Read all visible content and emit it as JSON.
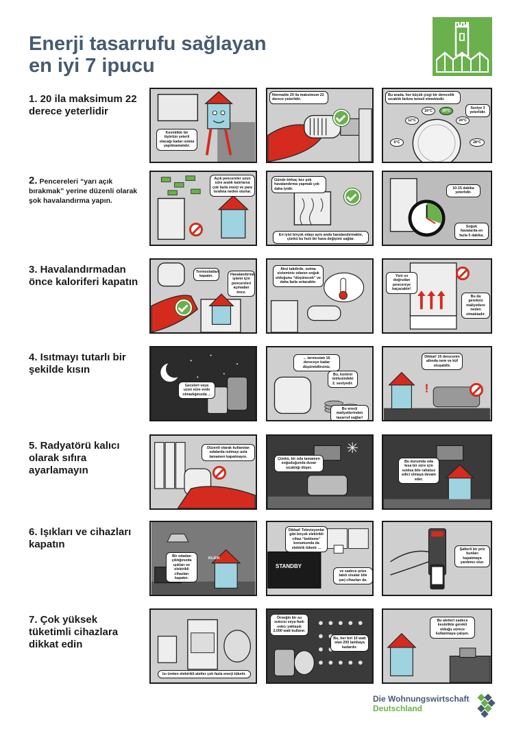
{
  "title_line1": "Enerji tasarrufu sağlayan",
  "title_line2": "en iyi 7 ipucu",
  "colors": {
    "title": "#475a70",
    "brand_green": "#6ab04c",
    "red": "#d52b1e"
  },
  "rows": [
    {
      "title": "1. 20 ila maksimum 22 derece yeterlidir",
      "bubbles": [
        "Kesinlikle bir tişörtün yeterli olacağı kadar ısıtma yapılmamalıdır.",
        "Normalde 20 ila maksimum 22 derece yeterlidir.",
        "Bu arada, her küçük çizgi bir derecelik sıcaklık farkını temsil etmektedir.",
        "Seviye 3 yeterlidir."
      ],
      "temps": [
        "16°C",
        "20°C",
        "12°C",
        "24°C",
        "6°C",
        "28°C"
      ]
    },
    {
      "title_num": "2.",
      "title": "Pencereleri “yarı açık bırakmak” yerine düzenli olarak şok havalandırma yapın.",
      "bubbles": [
        "Açık pencereler uzun süre aralık kalırlarsa çok fazla enerji ve para israfına neden olurlar.",
        "Günde birkaç kez şok havalandırma yapmak çok daha iyidir.",
        "En iyisi birçok odayı aynı anda havalandırmaktır, çünkü bu hızlı bir hava değişimi sağlar.",
        "10-15 dakika yeterlidir.",
        "Soğuk havalarda en fazla 5 dakika."
      ]
    },
    {
      "title": "3. Havalandırmadan önce kaloriferi kapatın",
      "bubbles": [
        "Termostatları kapatın.",
        "Havalandırma işlemi için pencereleri açmadan önce.",
        "Aksi takdirde, ısıtma sisteminiz odanın soğuk olduğunu “düşünecek” ve daha fazla ısıtacaktır.",
        "Yeni ısı doğrudan pencereye kaçacaktır!",
        "Bu da gereksiz maliyetlere neden olmaktadır."
      ]
    },
    {
      "title": "4. Isıtmayı tutarlı bir şekilde kısın",
      "bubbles": [
        "Geceleri veya uzun süre evde olmadığınızda ...",
        "... termostatı 16 dereceye kadar düşürebilirsiniz.",
        "Bu, kontrol ünitesindeki 2. seviyedir.",
        "Bu enerji maliyetlerinden tasarruf sağlar!",
        "Dikkat! 16 derecenin altında nem ve küf oluşabilir."
      ]
    },
    {
      "title": "5. Radyatörü kalıcı olarak sıfıra ayarlamayın",
      "bubbles": [
        "Düzenli olarak kullanılan odalarda ısıtmayı asla tamamen kapatmayın.",
        "Çünkü, bir oda tamamen soğuduğunda duvar sıcaklığı düşer.",
        "Bu durumda oda kısa bir süre için ısıtılsa bile rahatsız edici olmaya devam eder."
      ]
    },
    {
      "title": "6. Işıkları ve cihazları kapatın",
      "bubbles": [
        "Bir odadan çıktığınızda ışıkları ve elektrikli cihazları kapatın.",
        "Dikkat! Televizyonlar gibi birçok elektrikli cihaz “bekleme” konumunda da elektrik tüketir ...",
        "ve sadece prize takılı olsalar bile şarj cihazları da.",
        "Şalterli bir priz bunları kapatmaya yardımcı olur."
      ],
      "click": "KLICK",
      "standby": "STANDBY"
    },
    {
      "title": "7. Çok yüksek tüketimli cihazlara dikkat edin",
      "bubbles": [
        "Isı üreten elektrikli aletler çok fazla enerji tüketir.",
        "Örneğin bir su ısıtıcısı veya fanlı ısıtıcı yaklaşık 2.000 watt kullanır.",
        "Bu, her biri 10 watt olan 200 lambaya kadardır.",
        "Bu aletleri sadece kesinlikle gerekli olduğu sürece kullanmaya çalışın."
      ]
    }
  ],
  "footer": {
    "line1": "Die Wohnungswirtschaft",
    "line2": "Deutschland"
  }
}
